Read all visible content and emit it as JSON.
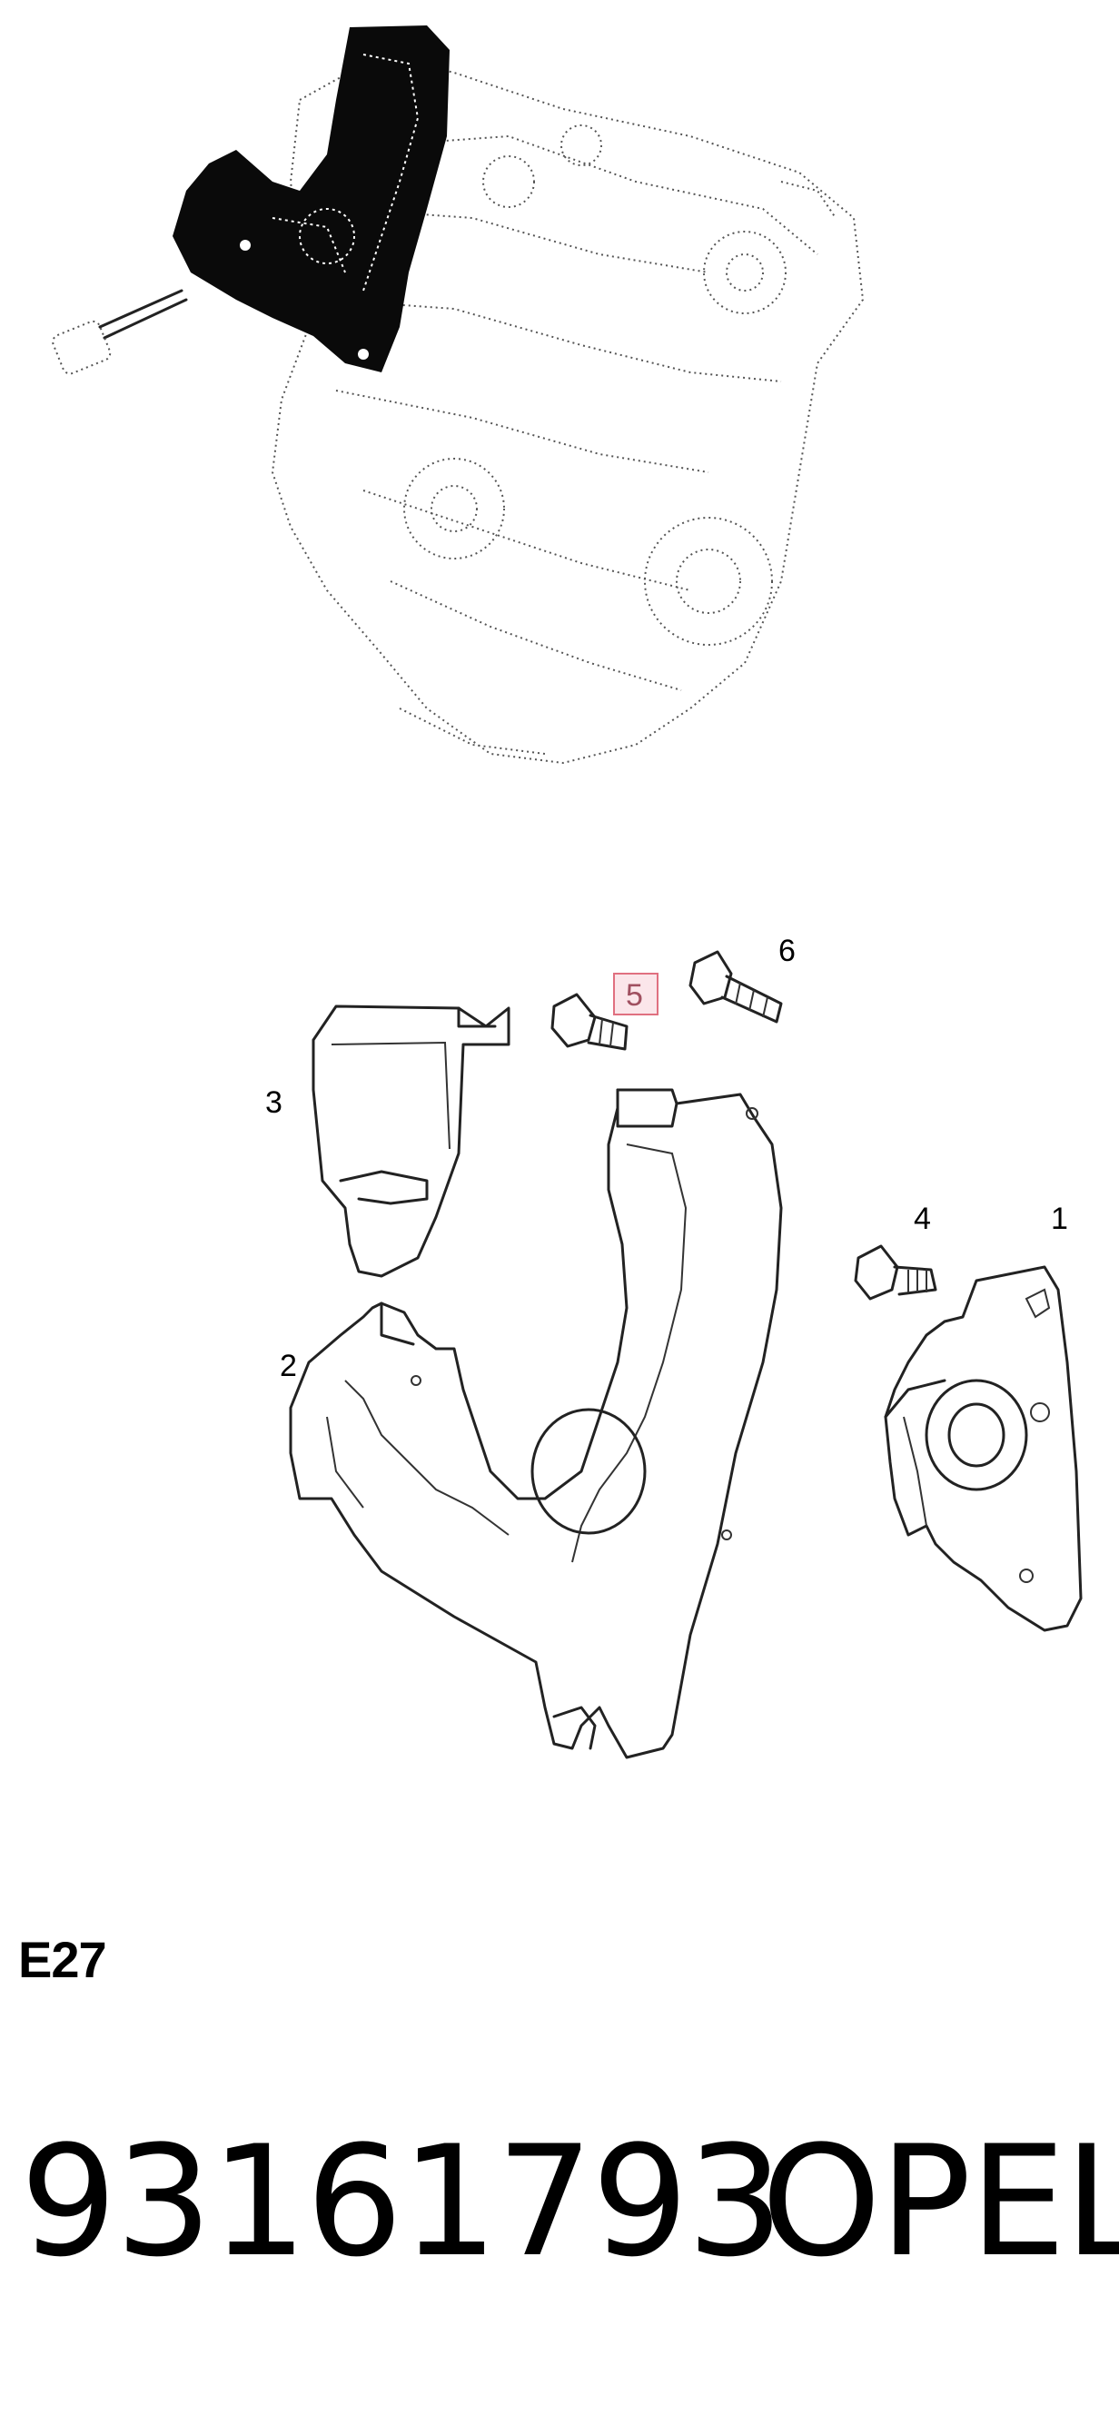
{
  "diagram": {
    "callouts": [
      {
        "id": "1",
        "label": "1"
      },
      {
        "id": "2",
        "label": "2"
      },
      {
        "id": "3",
        "label": "3"
      },
      {
        "id": "4",
        "label": "4"
      },
      {
        "id": "5",
        "label": "5",
        "highlighted": true
      },
      {
        "id": "6",
        "label": "6"
      }
    ],
    "highlight_color": "#e07080"
  },
  "section_code": "E27",
  "part_number": "93161793",
  "brand": "OPEL"
}
